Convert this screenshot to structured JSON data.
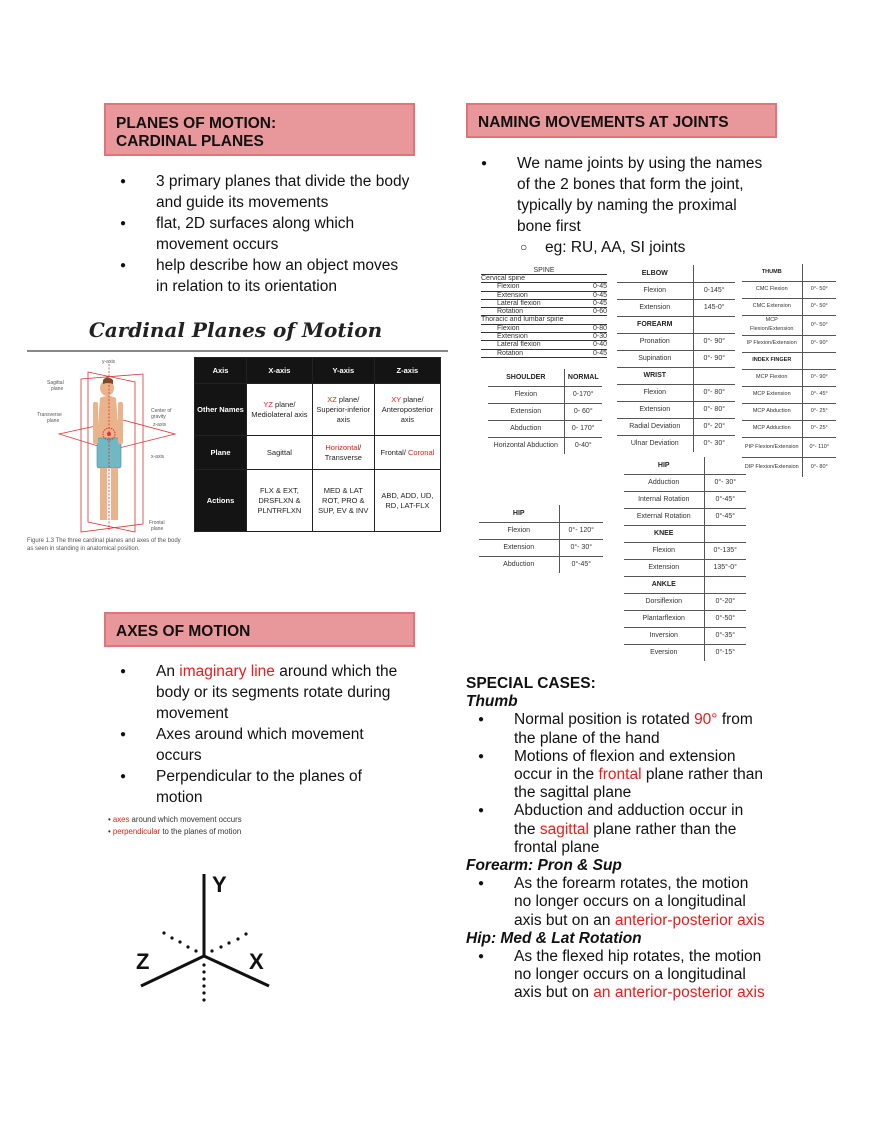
{
  "left": {
    "planes_header": {
      "line1": "PLANES OF  MOTION:",
      "line2": "CARDINAL PLANES"
    },
    "planes_bullets": [
      {
        "line1": "3 primary planes that divide the body",
        "line2": "and guide its movements"
      },
      {
        "line1": "flat, 2D surfaces along which",
        "line2": "movement occurs"
      },
      {
        "line1": "help describe how an object moves",
        "line2": "in relation to its orientation"
      }
    ],
    "cardinal_image": {
      "title": "Cardinal Planes of Motion",
      "figure_labels": {
        "y_axis": "y-axis",
        "sagittal": "Sagittal plane",
        "transverse": "Transverse plane",
        "center": "Center of gravity",
        "z_axis": "z-axis",
        "x_axis": "x-axis",
        "frontal": "Frontal plane"
      },
      "caption_line1": "Figure 1.3  The three cardinal planes and axes of the body",
      "caption_line2": "as seen in standing in anatomical position.",
      "table": {
        "headers": [
          "Axis",
          "X-axis",
          "Y-axis",
          "Z-axis"
        ],
        "other_names_label": "Other Names",
        "other_names": [
          {
            "red": "YZ",
            "rest": " plane/ Mediolateral axis"
          },
          {
            "red": "XZ",
            "rest": " plane/ Superior-inferior axis"
          },
          {
            "red": "XY",
            "rest": " plane/ Anteroposterior axis"
          }
        ],
        "plane_label": "Plane",
        "planes": {
          "x": "Sagittal",
          "y_red": "Horizontal",
          "y_rest": "/ Transverse",
          "z_pre": "Frontal/ ",
          "z_red": "Coronal"
        },
        "actions_label": "Actions",
        "actions": [
          "FLX & EXT, DRSFLXN & PLNTRFLXN",
          "MED & LAT ROT, PRO & SUP,  EV & INV",
          "ABD, ADD, UD, RD,  LAT-FLX"
        ]
      }
    },
    "axes_header": "AXES OF MOTION",
    "axes_bullets": {
      "b1_pre": "An ",
      "b1_red": "imaginary line",
      "b1_post": " around which the",
      "b1_line2": "body or its segments rotate during",
      "b1_line3": "movement",
      "b2_line1": "Axes around which movement",
      "b2_line2": "occurs",
      "b3_line1": "Perpendicular to the planes of",
      "b3_line2": "motion"
    },
    "axes_image": {
      "note1_red": "axes",
      "note1_rest": " around which movement occurs",
      "note2_red": "perpendicular",
      "note2_rest": " to the planes of motion",
      "labels": {
        "y": "Y",
        "z": "Z",
        "x": "X"
      }
    }
  },
  "right": {
    "joints_header": "NAMING MOVEMENTS AT JOINTS",
    "joints_bullet": {
      "line1": "We name joints by using the names",
      "line2": "of the 2 bones that form the joint,",
      "line3": "typically by naming the proximal",
      "line4": "bone first",
      "sub": "eg: RU, AA, SI joints"
    },
    "rom": {
      "spine": {
        "title": "SPINE",
        "cervical_label": "Cervical spine",
        "cervical": [
          [
            "Flexion",
            "0-45"
          ],
          [
            "Extension",
            "0-45"
          ],
          [
            "Lateral flexion",
            "0-45"
          ],
          [
            "Rotation",
            "0-60"
          ]
        ],
        "thoracic_label": "Thoracic and lumbar spine",
        "thoracic": [
          [
            "Flexion",
            "0-80"
          ],
          [
            "Extension",
            "0-30"
          ],
          [
            "Lateral flexion",
            "0-40"
          ],
          [
            "Rotation",
            "0-45"
          ]
        ]
      },
      "shoulder": {
        "title": "SHOULDER",
        "col": "NORMAL",
        "rows": [
          [
            "Flexion",
            "0-170°"
          ],
          [
            "Extension",
            "0- 60°"
          ],
          [
            "Abduction",
            "0- 170°"
          ],
          [
            "Horizontal Abduction",
            "0-40°"
          ]
        ]
      },
      "elbow": {
        "title": "ELBOW",
        "rows": [
          [
            "Flexion",
            "0-145°"
          ],
          [
            "Extension",
            "145-0°"
          ]
        ]
      },
      "forearm": {
        "title": "FOREARM",
        "rows": [
          [
            "Pronation",
            "0°- 90°"
          ],
          [
            "Supination",
            "0°- 90°"
          ]
        ]
      },
      "wrist": {
        "title": "WRIST",
        "rows": [
          [
            "Flexion",
            "0°- 80°"
          ],
          [
            "Extension",
            "0°- 80°"
          ],
          [
            "Radial Deviation",
            "0°- 20°"
          ],
          [
            "Ulnar Deviation",
            "0°- 30°"
          ]
        ]
      },
      "thumb": {
        "title": "THUMB",
        "rows": [
          [
            "CMC Flexion",
            "0°- 50°"
          ],
          [
            "CMC Extension",
            "0°- 50°"
          ],
          [
            "MCP Flexion/Extension",
            "0°- 50°"
          ],
          [
            "IP Flexion/Extension",
            "0°- 90°"
          ]
        ]
      },
      "index": {
        "title": "INDEX FINGER",
        "rows": [
          [
            "MCP Flexion",
            "0°- 90°"
          ],
          [
            "MCP Extension",
            "0°- 45°"
          ],
          [
            "MCP Abduction",
            "0°- 25°"
          ],
          [
            "MCP Adduction",
            "0°- 25°"
          ],
          [
            "PIP Flexion/Extension",
            "0°- 110°"
          ],
          [
            "DIP Flexion/Extension",
            "0°- 80°"
          ]
        ]
      },
      "hip_left": {
        "title": "HIP",
        "rows": [
          [
            "Flexion",
            "0°- 120°"
          ],
          [
            "Extension",
            "0°- 30°"
          ],
          [
            "Abduction",
            "0°-45°"
          ]
        ]
      },
      "hip_right": {
        "title": "HIP",
        "rows": [
          [
            "Adduction",
            "0°- 30°"
          ],
          [
            "Internal Rotation",
            "0°-45°"
          ],
          [
            "External Rotation",
            "0°-45°"
          ]
        ]
      },
      "knee": {
        "title": "KNEE",
        "rows": [
          [
            "Flexion",
            "0°-135°"
          ],
          [
            "Extension",
            "135°-0°"
          ]
        ]
      },
      "ankle": {
        "title": "ANKLE",
        "rows": [
          [
            "Dorsiflexion",
            "0°-20°"
          ],
          [
            "Plantarflexion",
            "0°-50°"
          ],
          [
            "Inversion",
            "0°-35°"
          ],
          [
            "Eversion",
            "0°-15°"
          ]
        ]
      }
    },
    "special": {
      "title": "SPECIAL CASES:",
      "thumb_title": "Thumb",
      "thumb_b1_pre": "Normal position is rotated ",
      "thumb_b1_red": "90°",
      "thumb_b1_post": " from",
      "thumb_b1_l2": "the plane of the hand",
      "thumb_b2_l1": "Motions of flexion and extension",
      "thumb_b2_pre": "occur in the ",
      "thumb_b2_red": "frontal",
      "thumb_b2_post": " plane rather than",
      "thumb_b2_l3": "the sagittal plane",
      "thumb_b3_l1": "Abduction and adduction occur in",
      "thumb_b3_pre": "the ",
      "thumb_b3_red": "sagittal",
      "thumb_b3_post": " plane rather than the",
      "thumb_b3_l3": "frontal plane",
      "forearm_title": "Forearm: Pron & Sup",
      "forearm_l1": "As the forearm rotates, the motion",
      "forearm_l2": "no longer occurs on a longitudinal",
      "forearm_pre": "axis but on an ",
      "forearm_red": "anterior-posterior axis",
      "hip_title": "Hip: Med & Lat Rotation",
      "hip_l1": "As the flexed hip rotates, the motion",
      "hip_l2": "no longer occurs on a longitudinal",
      "hip_pre": "axis but on ",
      "hip_red": "an anterior-posterior axis"
    }
  },
  "colors": {
    "header_bg": "#e8979a",
    "header_border": "#e37378",
    "accent_red": "#ea1c1c",
    "table_dark": "#141414"
  }
}
